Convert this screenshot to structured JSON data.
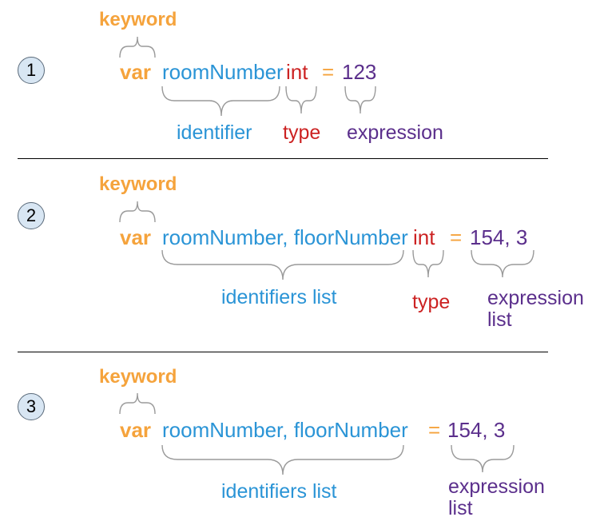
{
  "colors": {
    "keyword": "#f5a33c",
    "identifier": "#2a94d6",
    "type": "#cc2222",
    "expression": "#5b2f8c",
    "brace": "#9a9a9a",
    "circle_fill": "#d8e6f3",
    "divider": "#000000"
  },
  "examples": [
    {
      "number": "1",
      "keyword_label": "keyword",
      "keyword": "var",
      "identifier": "roomNumber",
      "type": "int",
      "equals": "=",
      "expression": "123",
      "identifier_label": "identifier",
      "type_label": "type",
      "expression_label": "expression"
    },
    {
      "number": "2",
      "keyword_label": "keyword",
      "keyword": "var",
      "identifier": "roomNumber, floorNumber",
      "type": "int",
      "equals": "=",
      "expression": "154, 3",
      "identifier_label": "identifiers list",
      "type_label": "type",
      "expression_label_line1": "expression",
      "expression_label_line2": "list"
    },
    {
      "number": "3",
      "keyword_label": "keyword",
      "keyword": "var",
      "identifier": "roomNumber, floorNumber",
      "equals": "=",
      "expression": "154, 3",
      "identifier_label": "identifiers list",
      "expression_label_line1": "expression",
      "expression_label_line2": "list"
    }
  ]
}
